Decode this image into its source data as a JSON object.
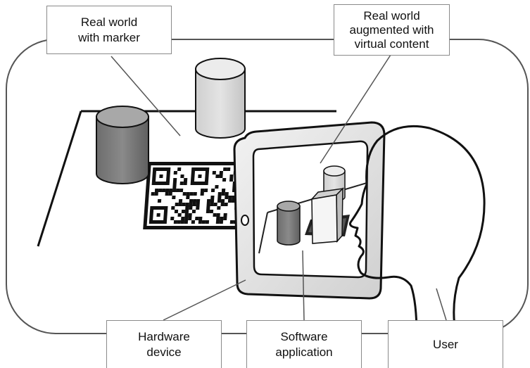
{
  "labels": {
    "real_world_marker": [
      "Real world",
      "with marker"
    ],
    "real_world_augmented": [
      "Real world",
      "augmented with",
      "virtual content"
    ],
    "hardware_device": [
      "Hardware",
      "device"
    ],
    "software_application": [
      "Software",
      "application"
    ],
    "user": [
      "User"
    ]
  }
}
